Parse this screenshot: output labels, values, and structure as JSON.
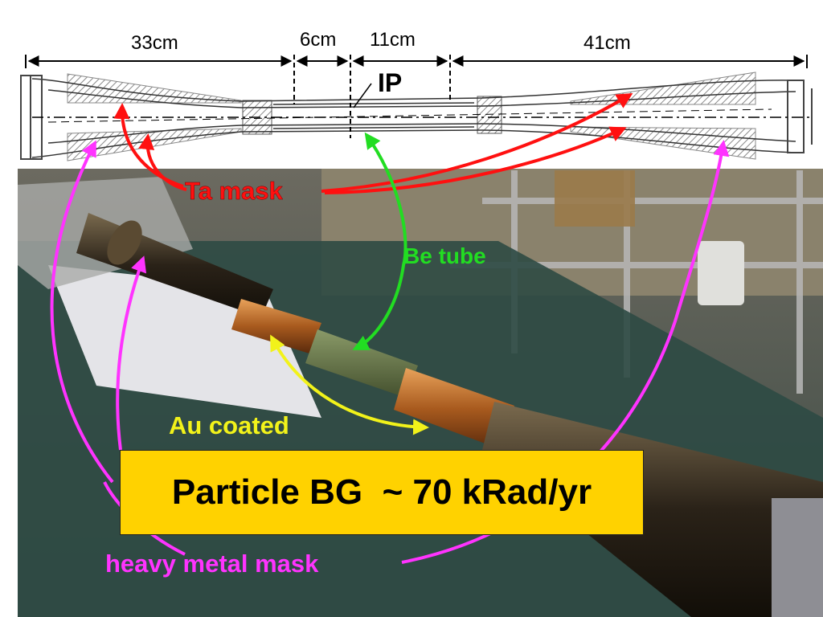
{
  "dimensions": {
    "left": "33cm",
    "gap": "6cm",
    "center": "11cm",
    "right": "41cm"
  },
  "labels": {
    "ip": "IP",
    "ta_mask": "Ta mask",
    "be_tube": "Be tube",
    "au_coated": "Au coated",
    "heavy_metal_mask": "heavy metal mask"
  },
  "callout": {
    "text": "Particle BG  ~ 70 kRad/yr"
  },
  "colors": {
    "ta_mask": "#ff1010",
    "be_tube": "#22dd22",
    "au_coated": "#f2f21a",
    "heavy_metal_mask": "#ff33ff",
    "callout_bg": "#ffd200"
  }
}
